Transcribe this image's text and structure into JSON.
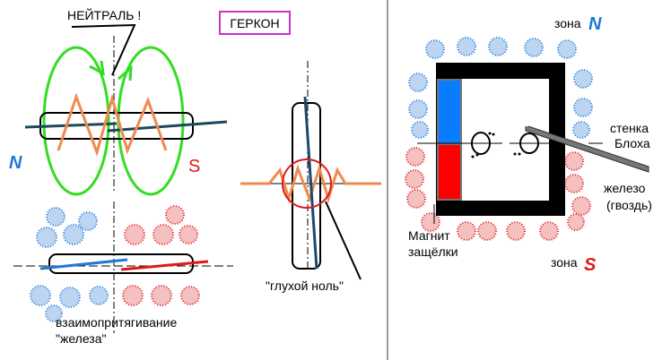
{
  "labels": {
    "neutral": "НЕЙТРАЛЬ !",
    "title": "ГЕРКОН",
    "north_left": "N",
    "south_left": "S",
    "attraction_line1": "взаимопритягивание",
    "attraction_line2": "\"железа\"",
    "dead_zero": "\"глухой ноль\"",
    "zone_n_word": "зона",
    "zone_n_letter": "N",
    "zone_s_word": "зона",
    "zone_s_letter": "S",
    "wall_line1": "стенка",
    "wall_line2": "Блоха",
    "iron_line1": "железо",
    "iron_line2": "(гвоздь)",
    "magnet_line1": "Магнит",
    "magnet_line2": "защёлки"
  },
  "colors": {
    "north": "#1e78d8",
    "south": "#e01818",
    "field": "#33dd22",
    "coil": "#f08a50",
    "reed": "#1a4a5a",
    "title_border": "#cc33cc"
  }
}
